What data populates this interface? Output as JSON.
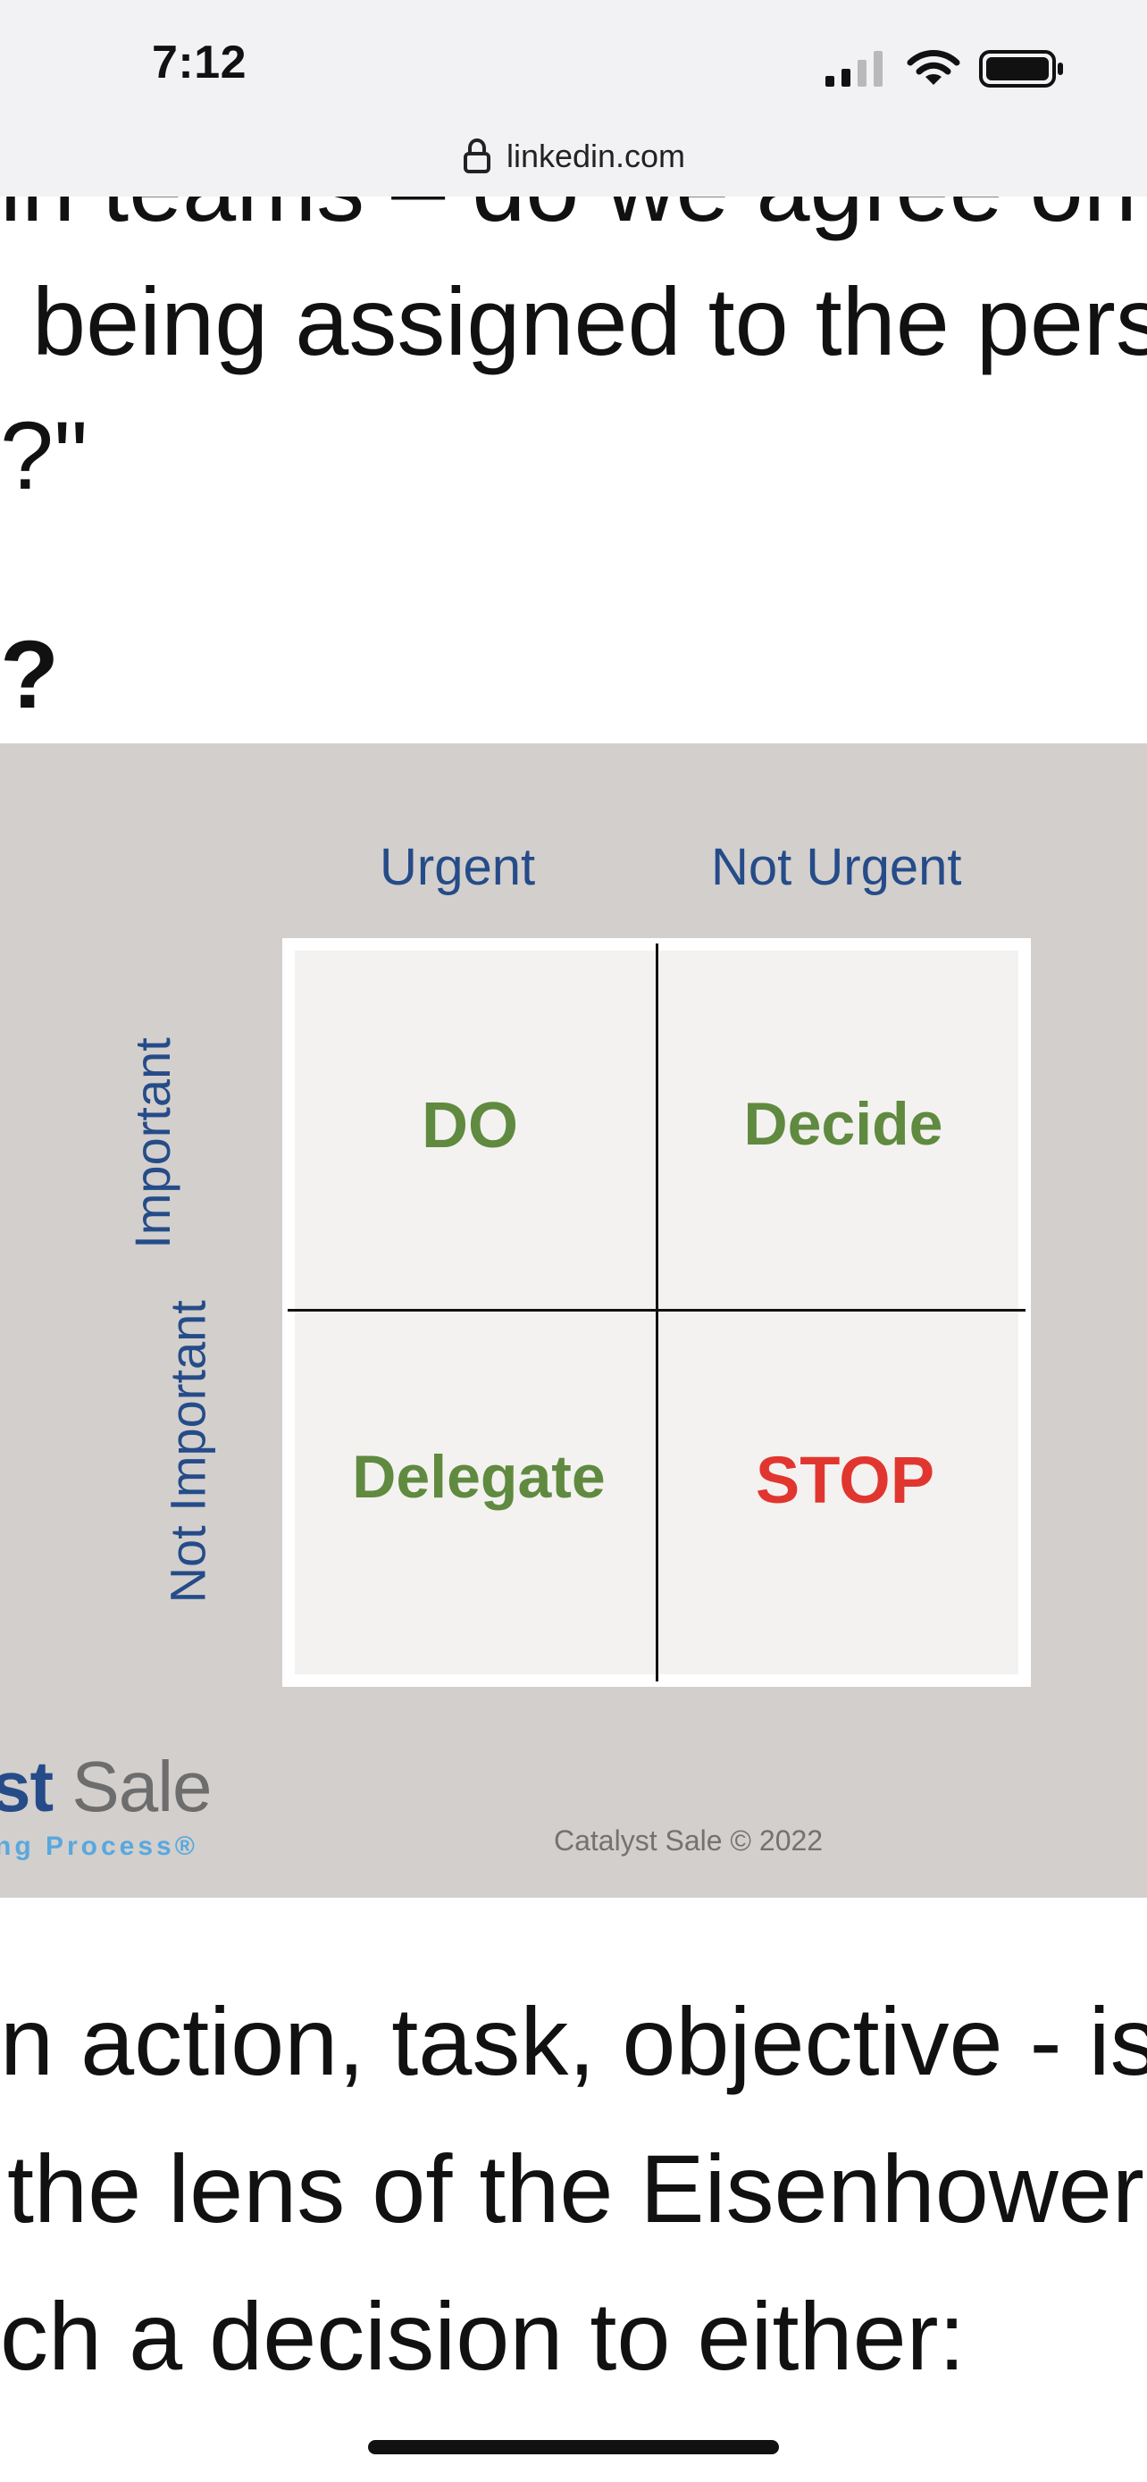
{
  "status_bar": {
    "time": "7:12",
    "signal_icon": "signal-bars-icon",
    "wifi_icon": "wifi-icon",
    "battery_icon": "battery-full-icon"
  },
  "browser": {
    "url": "linkedin.com",
    "lock_icon": "lock-icon"
  },
  "article": {
    "visible_lines_top": [
      "in teams – do we agree on",
      "being assigned to the pers",
      "?\"",
      "?"
    ],
    "visible_lines_bottom": [
      "n action, task, objective - is",
      "the lens of the Eisenhower",
      "ch a decision to either:"
    ]
  },
  "matrix": {
    "column_labels": [
      "Urgent",
      "Not Urgent"
    ],
    "row_labels": [
      "Important",
      "Not Important"
    ],
    "quadrants": [
      {
        "label": "DO",
        "color": "#5f8a3f"
      },
      {
        "label": "Decide",
        "color": "#5f8a3f"
      },
      {
        "label": "Delegate",
        "color": "#5f8a3f"
      },
      {
        "label": "STOP",
        "color": "#e1362f"
      }
    ],
    "brand": {
      "main_prefix": "st",
      "main_suffix": " Sale",
      "subtitle": "ng Process®"
    },
    "copyright": "Catalyst Sale © 2022"
  },
  "colors": {
    "blue_text": "#254c89",
    "green_text": "#5f8a3f",
    "red_text": "#e1362f",
    "image_background": "#d3cfcc",
    "matrix_fill": "#f4f2f0"
  }
}
